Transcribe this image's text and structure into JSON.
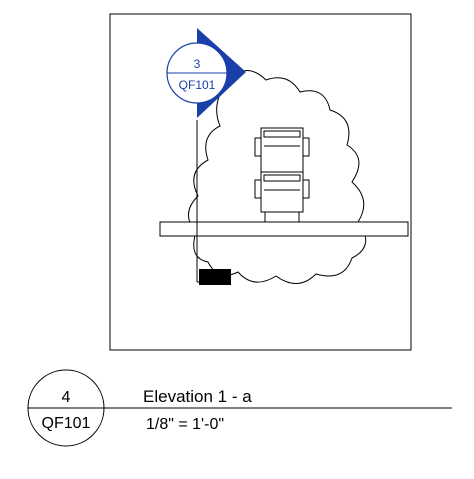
{
  "colors": {
    "line": "#000000",
    "callout_blue": "#1a3fa8",
    "background": "#ffffff",
    "marker_fill": "#000000"
  },
  "elevation_tag": {
    "number": "3",
    "sheet": "QF101"
  },
  "view_title": {
    "number": "4",
    "sheet": "QF101",
    "name": "Elevation 1 - a",
    "scale": "1/8\" = 1'-0\""
  }
}
